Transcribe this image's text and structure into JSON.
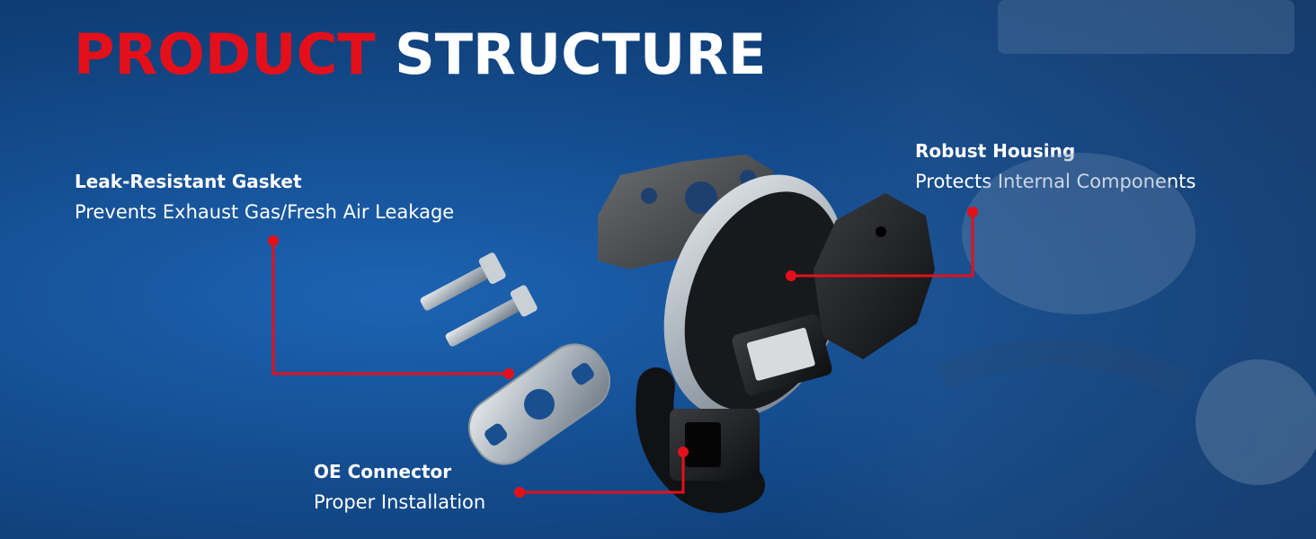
{
  "headline": {
    "accent": "PRODUCT",
    "rest": "STRUCTURE"
  },
  "callouts": [
    {
      "title": "Leak-Resistant Gasket",
      "subtitle": "Prevents Exhaust Gas/Fresh Air Leakage"
    },
    {
      "title": "Robust Housing",
      "subtitle": "Protects Internal Components"
    },
    {
      "title": "OE Connector",
      "subtitle": "Proper Installation"
    }
  ],
  "colors": {
    "accent": "#e3101b",
    "text": "#ffffff",
    "background": "#1b5aa4"
  }
}
